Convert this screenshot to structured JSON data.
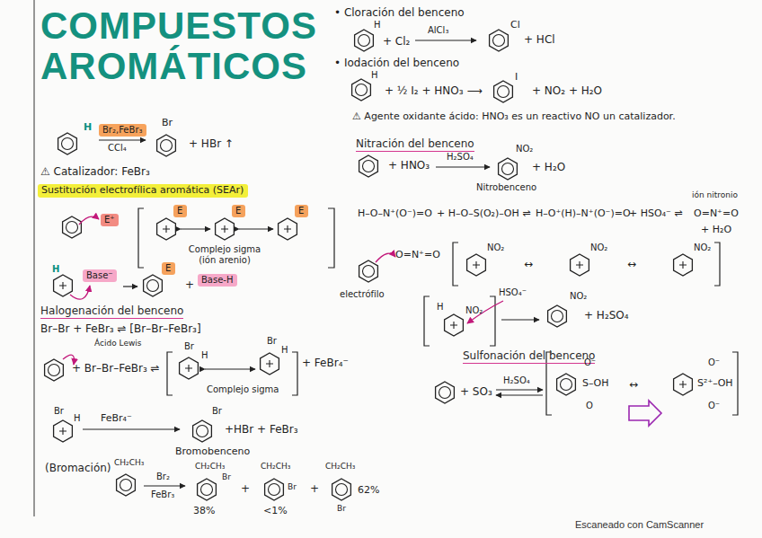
{
  "diagram": {
    "title": "COMPUESTOS AROMÁTICOS",
    "nodes": [
      {
        "text": [
          "Br₂,FeBr₃"
        ]
      },
      {
        "text": [
          "Sustitución electrofílica aromática (SEAr)"
        ]
      },
      {
        "text": [
          "E⁺"
        ]
      },
      {
        "text": [
          "E"
        ]
      },
      {
        "text": [
          "E"
        ]
      },
      {
        "text": [
          "E"
        ]
      },
      {
        "text": [
          "Base⁻"
        ]
      },
      {
        "text": [
          "E"
        ]
      },
      {
        "text": [
          "Base-H"
        ]
      }
    ],
    "labels": [
      "H",
      "CCl₄",
      "Br",
      "+ HBr ↑",
      "⚠ Catalizador: FeBr₃",
      "Complejo sigma (ión arenio)",
      "H",
      "+",
      "Halogenación del benceno",
      "Br–Br + FeBr₃ ⇌ [Br–Br–FeBr₃]",
      "Ácido Lewis",
      "+ Br–Br–FeBr₃ ⇌",
      "Br",
      "H",
      "Complejo sigma",
      "Br",
      "H",
      "+ FeBr₄⁻",
      "Br",
      "H",
      "FeBr₄⁻",
      "Br",
      "+HBr + FeBr₃",
      "Bromobenceno",
      "(Bromación)",
      "CH₂CH₃",
      "Br₂",
      "FeBr₃",
      "CH₂CH₃",
      "Br",
      "38%",
      "+",
      "CH₂CH₃",
      "Br",
      "<1%",
      "+",
      "CH₂CH₃",
      "Br",
      "62%",
      "• Cloración del benceno",
      "H",
      "+ Cl₂",
      "AlCl₃",
      "Cl",
      "+ HCl",
      "• Iodación del benceno",
      "H",
      "+ ½ I₂ + HNO₃ ⟶",
      "I",
      "+ NO₂ + H₂O",
      "⚠ Agente oxidante ácido: HNO₃ es un reactivo NO un catalizador.",
      "Nitración del benceno",
      "+ HNO₃",
      "H₂SO₄",
      "NO₂",
      "+ H₂O",
      "Nitrobenceno",
      "H–O–N⁺(O⁻)=O",
      "+ H–O–S(O₂)–OH ⇌",
      "H–O⁺(H)–N⁺(O⁻)=O",
      "+ HSO₄⁻ ⇌",
      "ión nitronio",
      "O=N⁺=O",
      "+ H₂O",
      "O=N⁺=O",
      "NO₂",
      "↔",
      "NO₂",
      "↔",
      "NO₂",
      "electrófilo",
      "H",
      "NO₂",
      "HSO₄⁻",
      "NO₂",
      "+ H₂SO₄",
      "Sulfonación del benceno",
      "+ SO₃",
      "H₂SO₄",
      "O⁻",
      "S–OH",
      "O",
      "↔",
      "O⁻",
      "S²⁺–OH",
      "O⁻",
      "Escaneado con CamScanner"
    ]
  }
}
